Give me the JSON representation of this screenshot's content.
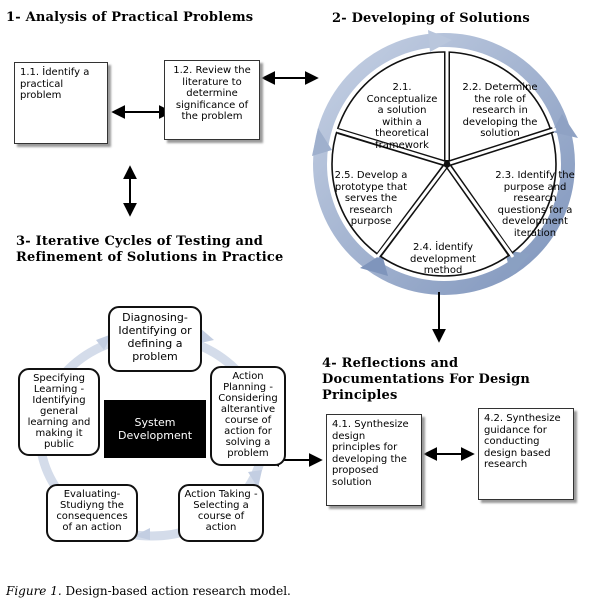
{
  "sections": {
    "s1": "1- Analysis of Practical Problems",
    "s2": "2- Developing of Solutions",
    "s3_line1": "3- Iterative Cycles of Testing and",
    "s3_line2": "Refinement of Solutions in Practice",
    "s4_line1": "4- Reflections and",
    "s4_line2": "Documentations For Design",
    "s4_line3": "Principles"
  },
  "analysis": {
    "b11": "1.1. İdentify a practical problem",
    "b12": "1.2. Review the literature to determine significance of the problem"
  },
  "wheel": {
    "w21": "2.1. Conceptualize a solution within a theoretical framework",
    "w22": "2.2. Determine the role of research in developing the solution",
    "w23": "2.3. Identify the purpose and research questions for a development iteration",
    "w24": "2.4. İdentify development method",
    "w25": "2.5. Develop a prototype that serves the research purpose"
  },
  "cycle": {
    "center": "System Development",
    "diagnosing": "Diagnosing-Identifying or defining a problem",
    "planning": "Action Planning - Considering alterantive course of action for solving a problem",
    "taking": "Action Taking - Selecting a course of action",
    "evaluating": "Evaluating-Studiyng the consequences of an action",
    "learning": "Specifying Learning - Identifying general learning and making it public"
  },
  "reflections": {
    "b41": "4.1. Synthesize design principles for developing the proposed solution",
    "b42": "4.2. Synthesize guidance for conducting design based research"
  },
  "caption": {
    "label": "Figure 1.",
    "text": " Design-based action research model."
  },
  "colors": {
    "ring": "#a9b8d3",
    "ring_dark": "#6f86b0",
    "cycle_ring": "#d4dcea",
    "shadow": "#9a9a9a"
  }
}
